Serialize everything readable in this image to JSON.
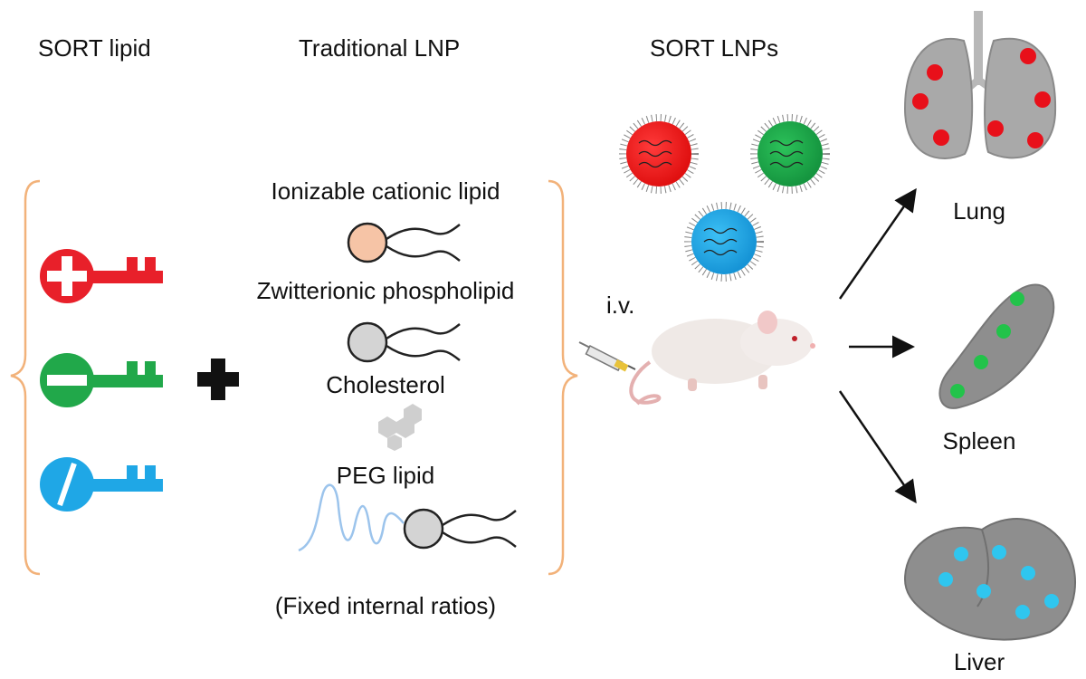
{
  "headers": {
    "sort_lipid": "SORT lipid",
    "traditional_lnp": "Traditional LNP",
    "sort_lnps": "SORT LNPs"
  },
  "components": {
    "ionizable": "Ionizable cationic lipid",
    "zwitterionic": "Zwitterionic phospholipid",
    "cholesterol": "Cholesterol",
    "peg": "PEG lipid",
    "note": "(Fixed internal ratios)"
  },
  "route": "i.v.",
  "organs": {
    "lung": "Lung",
    "spleen": "Spleen",
    "liver": "Liver"
  },
  "colors": {
    "positive_key": "#e8202a",
    "neutral_key": "#21a84a",
    "negative_key": "#1fa7e6",
    "bracket": "#f2b27a",
    "ionizable_head": "#f6c4a6",
    "organ_gray": "#8e8e8e"
  },
  "icons": {
    "sort_keys": [
      "key-plus-icon",
      "key-minus-icon",
      "key-slash-icon"
    ],
    "plus": "plus-icon",
    "mouse": "mouse-icon",
    "syringe": "syringe-icon"
  }
}
